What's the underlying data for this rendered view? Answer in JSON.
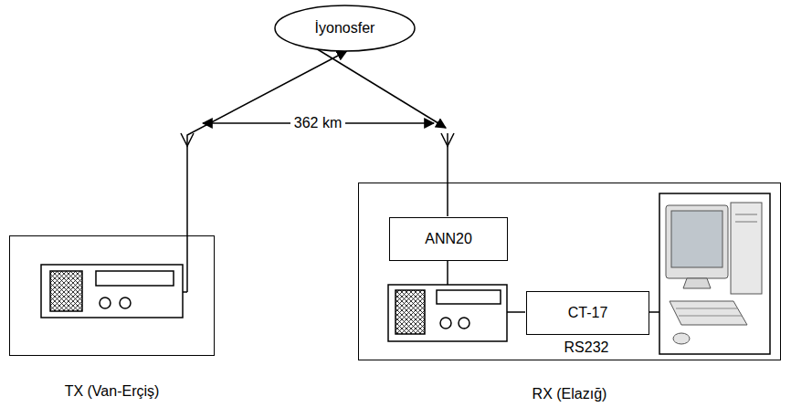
{
  "diagram": {
    "nodes": [
      {
        "text": [
          "İyonosfer"
        ]
      },
      {
        "text": [
          "TX (Van-Erçiş)"
        ]
      },
      {
        "text": [
          "RX (Elazığ)"
        ]
      },
      {
        "text": [
          "ANN20"
        ],
        "in": 2
      },
      {
        "text": [
          "CT-17"
        ],
        "in": 2
      }
    ],
    "edges": [
      {
        "from": 1,
        "to": 0,
        "arrow": "to"
      },
      {
        "from": 0,
        "to": 2,
        "arrow": "to"
      }
    ],
    "labels": [
      "362 km",
      "RS232"
    ]
  }
}
